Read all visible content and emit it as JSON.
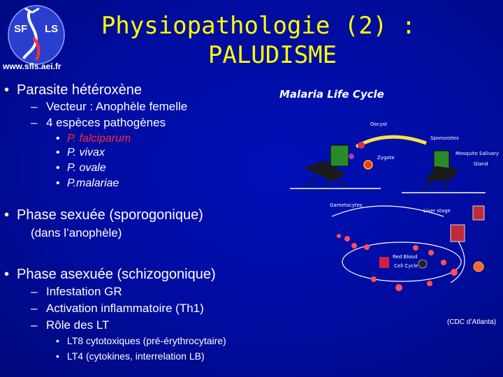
{
  "logo": {
    "url": "www.sfls.aei.fr"
  },
  "title": {
    "line1": "Physiopathologie (2) :",
    "line2": "PALUDISME"
  },
  "bullets": {
    "parasite": "Parasite hétéroxène",
    "vecteur": "Vecteur : Anophèle femelle",
    "especes": "4 espèces pathogènes",
    "species": [
      "P. falciparum",
      "P. vivax",
      "P. ovale",
      "P.malariae"
    ],
    "sexuee": "Phase sexuée (sporogonique)",
    "sexuee_sub": "(dans l’anophèle)",
    "asexuee": "Phase asexuée (schizogonique)",
    "infestation": "Infestation GR",
    "activation": "Activation inflammatoire (Th1)",
    "role": "Rôle des LT",
    "lt8": "LT8 cytotoxiques (pré-érythrocytaire)",
    "lt4": "LT4 (cytokines, interrelation LB)"
  },
  "diagram": {
    "title": "Malaria Life Cycle",
    "labels": {
      "oocyst": "Oocyst",
      "sporozoites": "Sporozoites",
      "zygote": "Zygote",
      "mosquito_salivary": "Mosquito Salivary",
      "gland": "Gland",
      "gametocytes": "Gametocytes",
      "liver_stage": "Liver stage",
      "red_blood": "Red Blood",
      "cell_cycle": "Cell Cycle"
    },
    "source": "(CDC d’Atlanta)"
  },
  "colors": {
    "background": "#000c9e",
    "title": "#ffff00",
    "species": "#ff2a2a",
    "text": "#ffffff"
  }
}
